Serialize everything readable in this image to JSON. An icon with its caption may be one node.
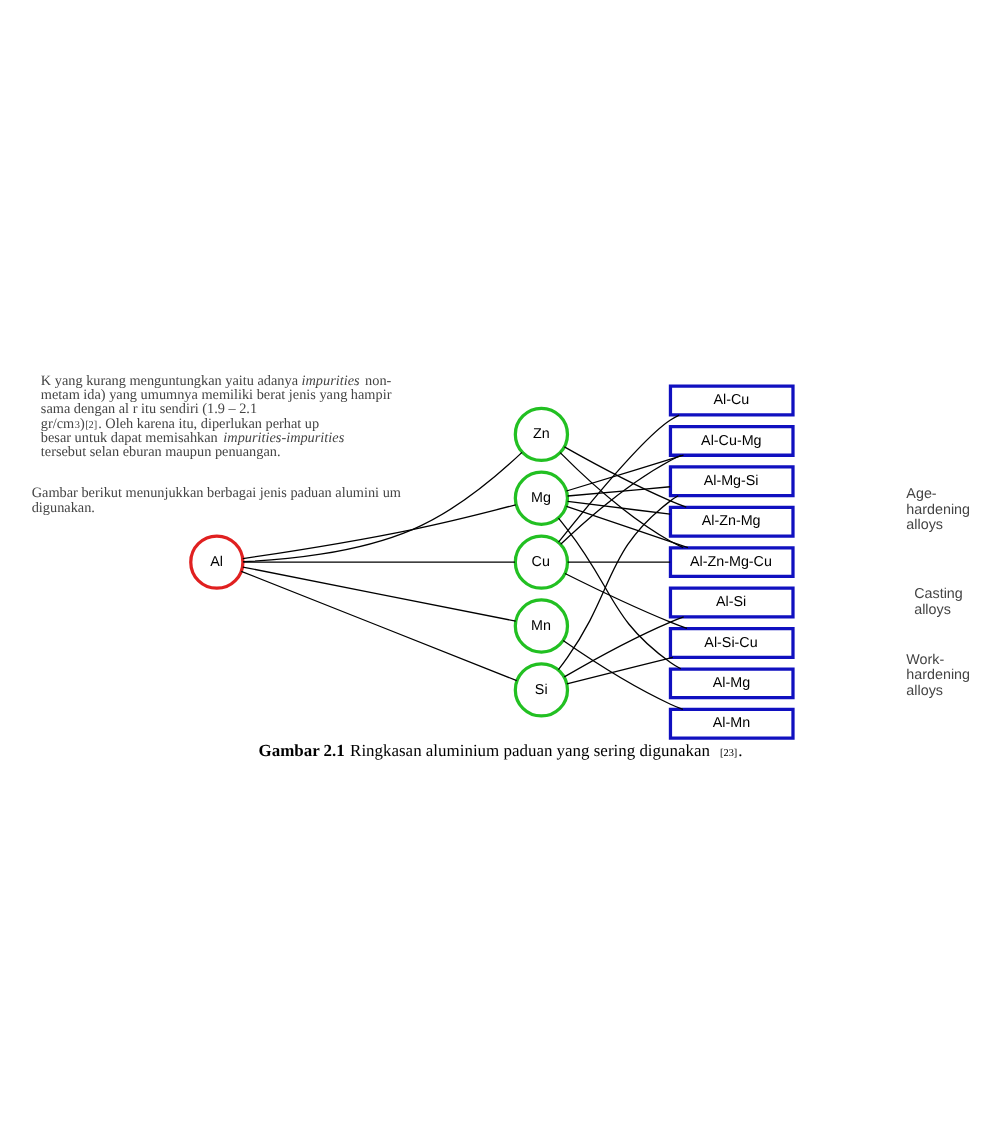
{
  "diagram": {
    "caption": "**Gambar 2.1** Ringkasan aluminium paduan yang sering digunakan$^{[23]}$.",
    "nodes": [
      {
        "text": [
          "Al"
        ]
      },
      {
        "text": [
          "Zn"
        ]
      },
      {
        "text": [
          "Mg"
        ]
      },
      {
        "text": [
          "Cu"
        ]
      },
      {
        "text": [
          "Mn"
        ]
      },
      {
        "text": [
          "Si"
        ]
      },
      {
        "text": [
          "Al-Cu"
        ]
      },
      {
        "text": [
          "Al-Cu-Mg"
        ]
      },
      {
        "text": [
          "Al-Mg-Si"
        ]
      },
      {
        "text": [
          "Al-Zn-Mg"
        ]
      },
      {
        "text": [
          "Al-Zn-Mg-Cu"
        ]
      },
      {
        "text": [
          "Al-Si"
        ]
      },
      {
        "text": [
          "Al-Si-Cu"
        ]
      },
      {
        "text": [
          "Al-Mg"
        ]
      },
      {
        "text": [
          "Al-Mn"
        ]
      }
    ],
    "edges": [
      {
        "from": 0,
        "to": 1,
        "arrow": "none"
      },
      {
        "from": 0,
        "to": 2,
        "arrow": "none"
      },
      {
        "from": 0,
        "to": 3,
        "arrow": "none"
      },
      {
        "from": 0,
        "to": 4,
        "arrow": "none"
      },
      {
        "from": 0,
        "to": 5,
        "arrow": "none"
      },
      {
        "from": 1,
        "to": 9,
        "arrow": "none"
      },
      {
        "from": 1,
        "to": 10,
        "arrow": "none"
      },
      {
        "from": 2,
        "to": 7,
        "arrow": "none"
      },
      {
        "from": 2,
        "to": 8,
        "arrow": "none"
      },
      {
        "from": 2,
        "to": 9,
        "arrow": "none"
      },
      {
        "from": 2,
        "to": 10,
        "arrow": "none"
      },
      {
        "from": 2,
        "to": 13,
        "arrow": "none"
      },
      {
        "from": 3,
        "to": 6,
        "arrow": "none"
      },
      {
        "from": 3,
        "to": 7,
        "arrow": "none"
      },
      {
        "from": 3,
        "to": 10,
        "arrow": "none"
      },
      {
        "from": 3,
        "to": 12,
        "arrow": "none"
      },
      {
        "from": 4,
        "to": 14,
        "arrow": "none"
      },
      {
        "from": 5,
        "to": 8,
        "arrow": "none"
      },
      {
        "from": 5,
        "to": 11,
        "arrow": "none"
      },
      {
        "from": 5,
        "to": 12,
        "arrow": "none"
      }
    ],
    "labels": [
      "K yang kurang menguntungkan yaitu adanya *impurities* non-metam ida) yang umumnya memiliki berat jenis yang hampir sama dengan al r itu sendiri (1.9 – 2.1 gr/cm$^{3}$)$^{[2]}$. Oleh karena itu, diperlukan perhat up besar untuk dapat memisahkan *impurities-impurities* tersebut selan eburan maupun penuangan.",
      "Gambar berikut menunjukkan berbagai jenis paduan alumini um digunakan.",
      "Age- hardening alloys",
      "Casting alloys",
      "Work- hardening alloys"
    ]
  }
}
